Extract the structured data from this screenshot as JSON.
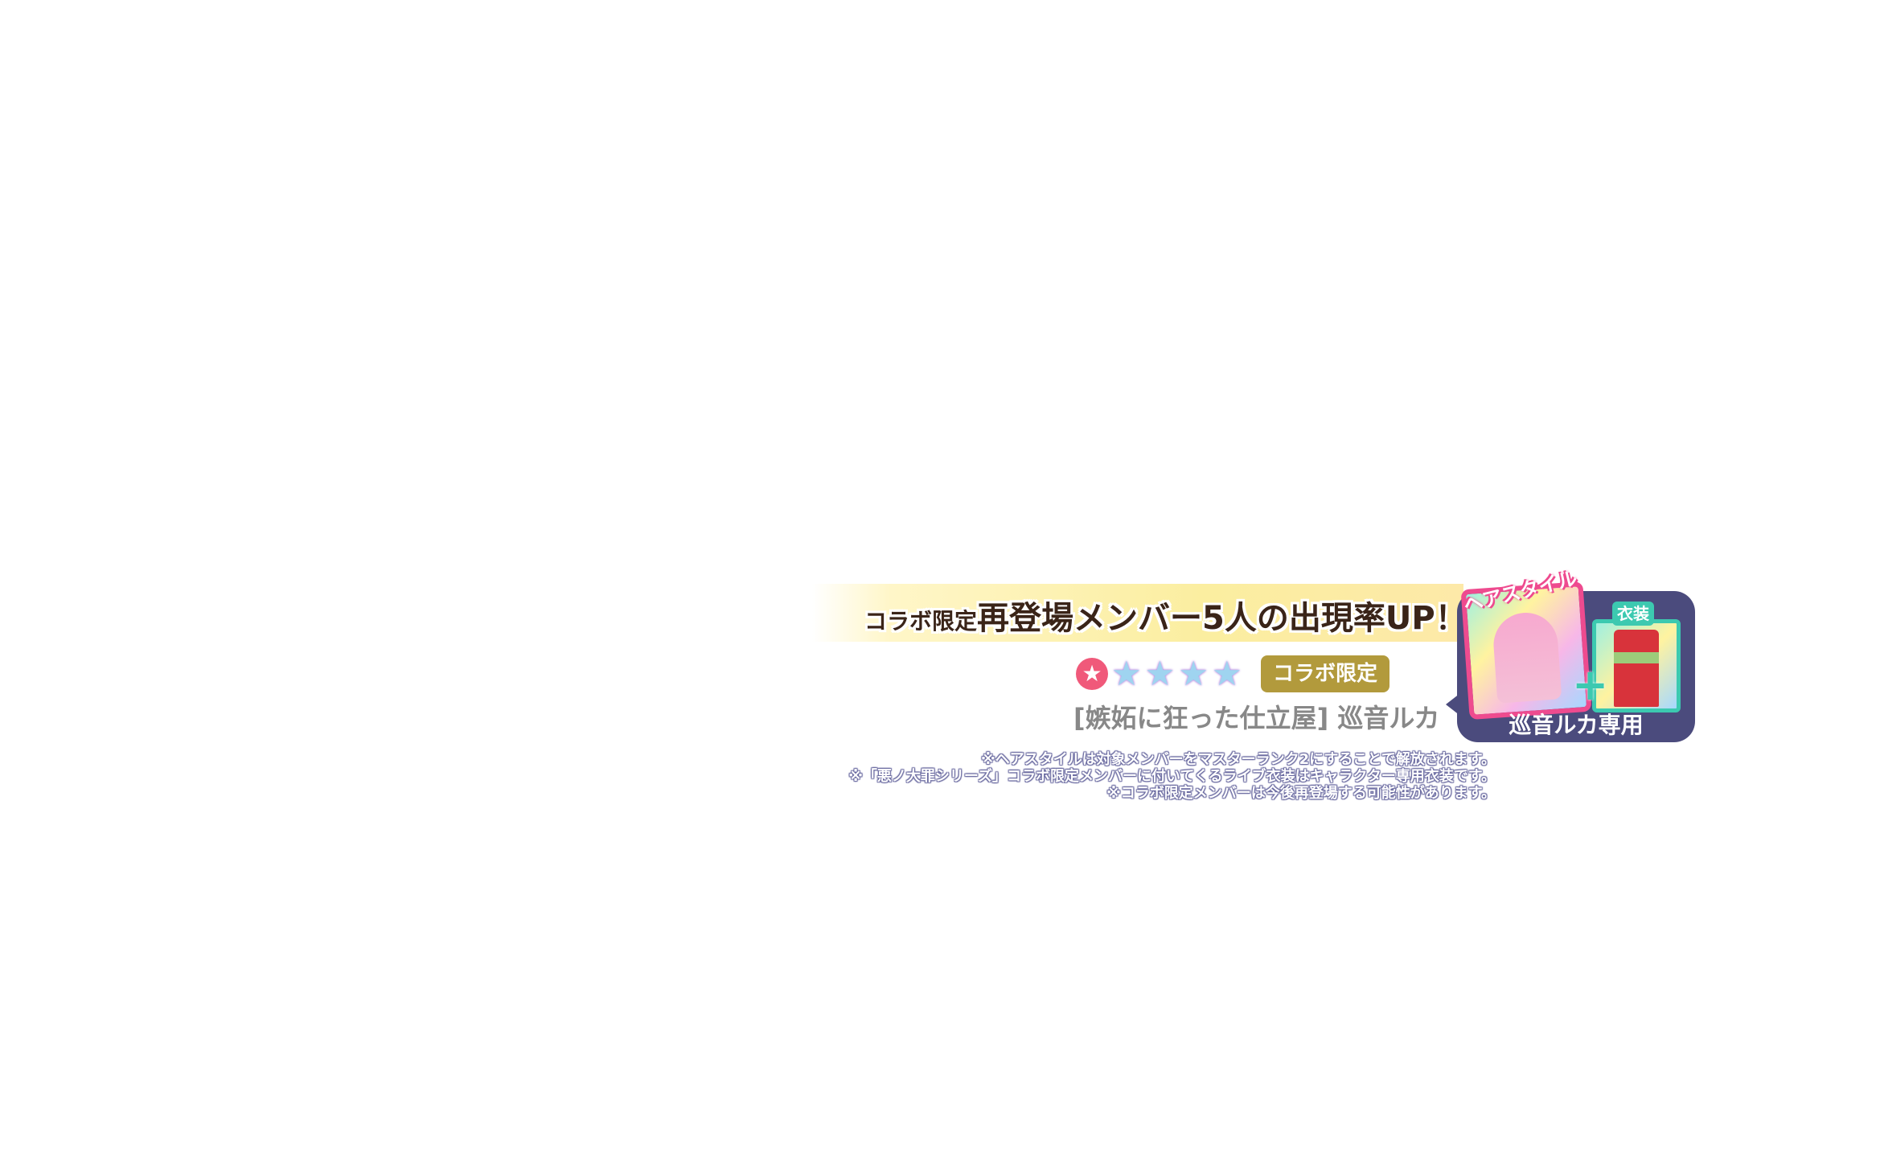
{
  "banner": {
    "prefix": "コラボ限定",
    "headline": "再登場メンバー5人の出現率UP！"
  },
  "card": {
    "rarity_stars": 4,
    "attribute_icon": "pink-star-icon",
    "badge": "コラボ限定",
    "name": "[嫉妬に狂った仕立屋] 巡音ルカ"
  },
  "reward": {
    "hair_tag": "ヘアスタイル",
    "costume_tag": "衣装",
    "plus": "+",
    "label": "巡音ルカ専用"
  },
  "notes": [
    "※ヘアスタイルは対象メンバーをマスターランク2にすることで解放されます。",
    "※「悪ノ大罪シリーズ」コラボ限定メンバーに付いてくるライブ衣装はキャラクター専用衣装です。",
    "※コラボ限定メンバーは今後再登場する可能性があります。"
  ],
  "colors": {
    "badge": "#b29a3c",
    "card": "#4b4b7d",
    "hair_border": "#ee4b8f",
    "costume_border": "#3cc9b0"
  }
}
